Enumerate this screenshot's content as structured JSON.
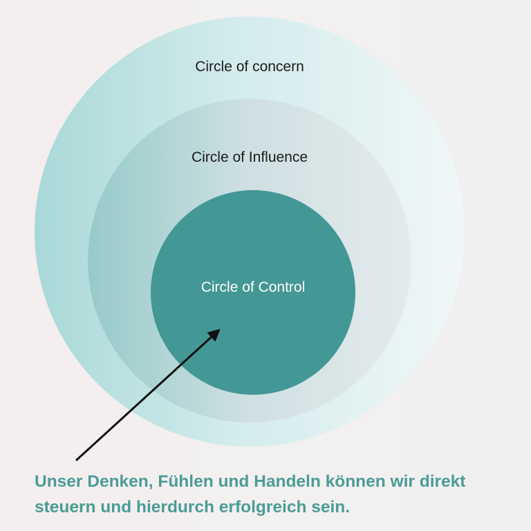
{
  "diagram": {
    "circles": [
      {
        "label": "Circle of concern",
        "color": "#b4dede"
      },
      {
        "label": "Circle of Influence",
        "color": "#a9d2d2"
      },
      {
        "label": "Circle of Control",
        "color": "#439795"
      }
    ],
    "caption": {
      "line1": "Unser Denken, Fühlen und Handeln können wir direkt",
      "line2": "steuern und hierdurch erfolgreich sein."
    },
    "colors": {
      "caption": "#4a9c96",
      "arrow": "#111111",
      "label_dark": "#1a1a1a",
      "label_light": "#ffffff"
    }
  }
}
